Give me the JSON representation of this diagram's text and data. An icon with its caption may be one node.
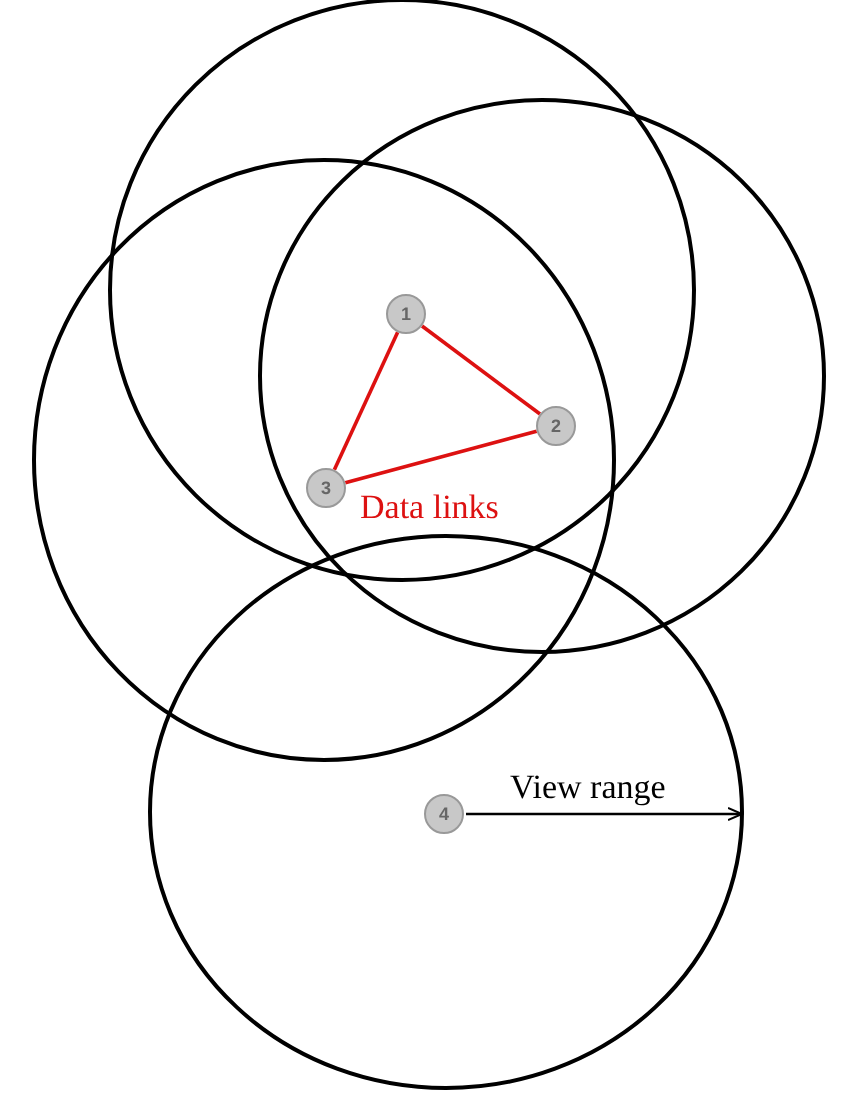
{
  "diagram": {
    "nodes": [
      {
        "text": [
          "1"
        ]
      },
      {
        "text": [
          "2"
        ]
      },
      {
        "text": [
          "3"
        ]
      },
      {
        "text": [
          "4"
        ]
      }
    ],
    "edges": [
      {
        "from": 0,
        "to": 1,
        "arrow": "none"
      },
      {
        "from": 1,
        "to": 2,
        "arrow": "none"
      },
      {
        "from": 2,
        "to": 0,
        "arrow": "none"
      }
    ],
    "labels": [
      "Data links",
      "View range"
    ]
  }
}
